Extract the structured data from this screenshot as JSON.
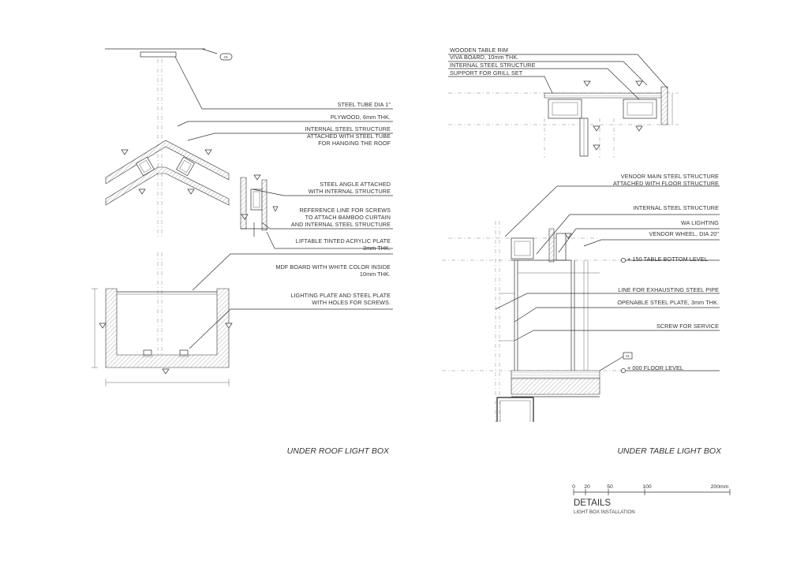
{
  "left_detail": {
    "title": "UNDER ROOF LIGHT BOX",
    "tag_01": "01",
    "labels": {
      "steel_tube": "STEEL TUBE DIA 1\"",
      "plywood": "PLYWOOD, 6mm THK.",
      "internal_1": "INTERNAL STEEL STRUCTURE",
      "internal_2": "ATTACHED WITH STEEL TUBE",
      "internal_3": "FOR HANGING THE ROOF",
      "angle_1": "STEEL ANGLE ATTACHED",
      "angle_2": "WITH INTERNAL STRUCTURE",
      "ref_1": "REFERENCE LINE FOR SCREWS",
      "ref_2": "TO ATTACH BAMBOO CURTAIN",
      "ref_3": "AND INTERNAL STEEL STRUCTURE",
      "acrylic_1": "LIFTABLE TINTED ACRYLIC PLATE",
      "acrylic_2": "3mm THK.",
      "mdf_1": "MDF BOARD WITH WHITE COLOR INSIDE",
      "mdf_2": "10mm THK.",
      "lighting_1": "LIGHTING PLATE AND STEEL PLATE",
      "lighting_2": "WITH HOLES FOR SCREWS."
    }
  },
  "right_detail": {
    "title": "UNDER TABLE LIGHT BOX",
    "tag_01": "01",
    "labels": {
      "rim": "WOODEN TABLE RIM",
      "viva": "VIVA BOARD, 10mm THK.",
      "internal": "INTERNAL STEEL STRUCTURE",
      "grill": "SUPPORT FOR GRILL SET",
      "vendor_1": "VENDOR MAIN STEEL STRUCTURE",
      "vendor_2": "ATTACHED WITH FLOOR STRUCTURE",
      "internal2": "INTERNAL STEEL STRUCTURE",
      "wa": "WA LIGHTING",
      "wheel": "VENDOR WHEEL, DIA 20\"",
      "level150": "+ 150 TABLE BOTTOM LEVEL",
      "exhaust": "LINE FOR EXHAUSTING STEEL PIPE",
      "openable": "OPENABLE STEEL PLATE, 3mm THK.",
      "screw": "SCREW FOR SERVICE",
      "floor": "+ 000 FLOOR LEVEL"
    }
  },
  "scale_bar": {
    "ticks": [
      "0",
      "20",
      "50",
      "100",
      "200mm"
    ]
  },
  "sheet": {
    "title": "DETAILS",
    "subtitle": "LIGHT BOX INSTALLATION"
  }
}
